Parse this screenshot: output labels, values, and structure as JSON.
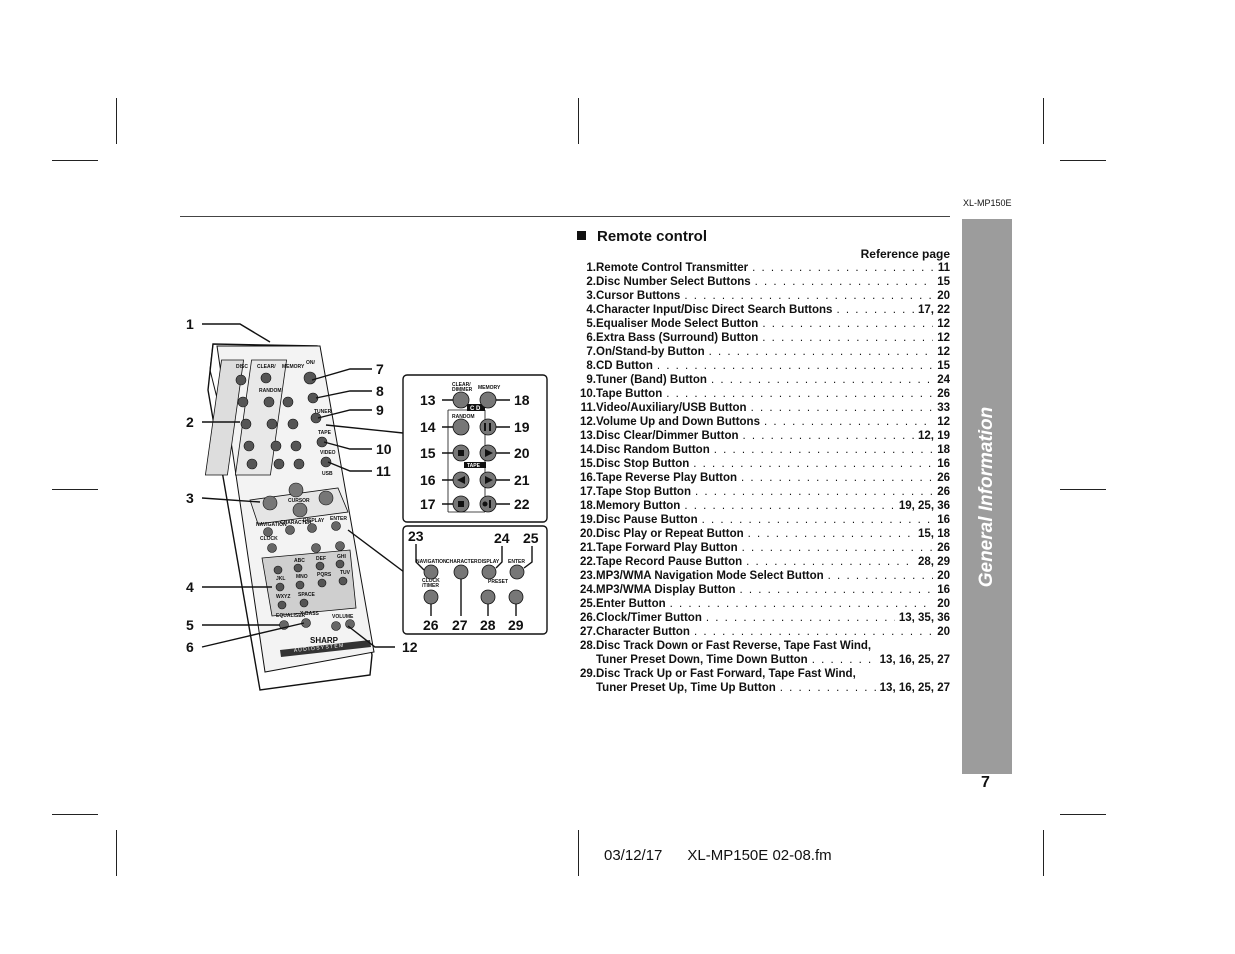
{
  "header": {
    "model": "XL-MP150E"
  },
  "section": {
    "title": "Remote control",
    "reference_header": "Reference page"
  },
  "sidebar": {
    "label": "General Information"
  },
  "page_number": "7",
  "footer": {
    "date": "03/12/17",
    "filename": "XL-MP150E 02-08.fm"
  },
  "items": [
    {
      "num": "1.",
      "text": "Remote Control Transmitter",
      "page": "11"
    },
    {
      "num": "2.",
      "text": "Disc Number Select Buttons",
      "page": "15"
    },
    {
      "num": "3.",
      "text": "Cursor Buttons",
      "page": "20"
    },
    {
      "num": "4.",
      "text": "Character Input/Disc Direct Search Buttons",
      "page": "17, 22"
    },
    {
      "num": "5.",
      "text": "Equaliser Mode Select Button",
      "page": "12"
    },
    {
      "num": "6.",
      "text": "Extra Bass (Surround) Button",
      "page": "12"
    },
    {
      "num": "7.",
      "text": "On/Stand-by Button",
      "page": "12"
    },
    {
      "num": "8.",
      "text": "CD Button",
      "page": "15"
    },
    {
      "num": "9.",
      "text": "Tuner (Band) Button",
      "page": "24"
    },
    {
      "num": "10.",
      "text": "Tape Button",
      "page": "26"
    },
    {
      "num": "11.",
      "text": "Video/Auxiliary/USB Button",
      "page": "33"
    },
    {
      "num": "12.",
      "text": "Volume Up and Down Buttons",
      "page": "12"
    },
    {
      "num": "13.",
      "text": "Disc Clear/Dimmer Button",
      "page": "12, 19"
    },
    {
      "num": "14.",
      "text": "Disc Random Button",
      "page": "18"
    },
    {
      "num": "15.",
      "text": "Disc Stop Button",
      "page": "16"
    },
    {
      "num": "16.",
      "text": "Tape Reverse Play Button",
      "page": "26"
    },
    {
      "num": "17.",
      "text": "Tape Stop Button",
      "page": "26"
    },
    {
      "num": "18.",
      "text": "Memory Button",
      "page": "19, 25, 36"
    },
    {
      "num": "19.",
      "text": "Disc Pause Button",
      "page": "16"
    },
    {
      "num": "20.",
      "text": "Disc Play or Repeat Button",
      "page": "15, 18"
    },
    {
      "num": "21.",
      "text": "Tape Forward Play Button",
      "page": "26"
    },
    {
      "num": "22.",
      "text": "Tape Record Pause Button",
      "page": "28, 29"
    },
    {
      "num": "23.",
      "text": "MP3/WMA Navigation Mode Select Button",
      "page": "20"
    },
    {
      "num": "24.",
      "text": "MP3/WMA Display Button",
      "page": "16"
    },
    {
      "num": "25.",
      "text": "Enter Button",
      "page": "20"
    },
    {
      "num": "26.",
      "text": "Clock/Timer Button",
      "page": "13, 35, 36"
    },
    {
      "num": "27.",
      "text": "Character Button",
      "page": "20"
    }
  ],
  "items_multiline": [
    {
      "num": "28.",
      "line1": "Disc Track Down or Fast Reverse, Tape Fast Wind,",
      "line2": "Tuner Preset Down, Time Down Button",
      "page": "13, 16, 25, 27"
    },
    {
      "num": "29.",
      "line1": "Disc Track Up or Fast Forward, Tape Fast Wind,",
      "line2": "Tuner Preset Up, Time Up Button",
      "page": "13, 16, 25, 27"
    }
  ],
  "diagram": {
    "callouts": [
      "1",
      "2",
      "3",
      "4",
      "5",
      "6",
      "7",
      "8",
      "9",
      "10",
      "11",
      "12"
    ],
    "inset1_callouts": [
      "13",
      "14",
      "15",
      "16",
      "17",
      "18",
      "19",
      "20",
      "21",
      "22"
    ],
    "inset2_callouts": [
      "23",
      "24",
      "25",
      "26",
      "27",
      "28",
      "29"
    ],
    "remote_labels": {
      "disc_select": "DISC SELECT",
      "clear_dimmer": "CLEAR/ DIMMER",
      "memory": "MEMORY",
      "on_standby": "ON/ STAND-BY",
      "random": "RANDOM",
      "cd": "CD",
      "tuner_band": "TUNER (BAND)",
      "tape": "TAPE",
      "video_aux": "VIDEO /AUX",
      "usb": "USB",
      "cursor": "CURSOR",
      "navigation": "NAVIGATION",
      "character": "CHARACTER",
      "display": "DISPLAY",
      "enter": "ENTER",
      "clock_timer": "CLOCK /TIMER",
      "preset": "PRESET",
      "equaliser_mode": "EQUALISER MODE",
      "x_bass": "X-BASS (SURROUND)",
      "volume": "VOLUME",
      "brand": "SHARP",
      "audio_system": "AUDIO SYSTEM",
      "abc": "ABC",
      "def": "DEF",
      "ghi": "GHI",
      "jkl": "JKL",
      "mno": "MNO",
      "pqrs": "PQRS",
      "tuv": "TUV",
      "wxyz": "WXYZ",
      "space": "SPACE"
    }
  }
}
